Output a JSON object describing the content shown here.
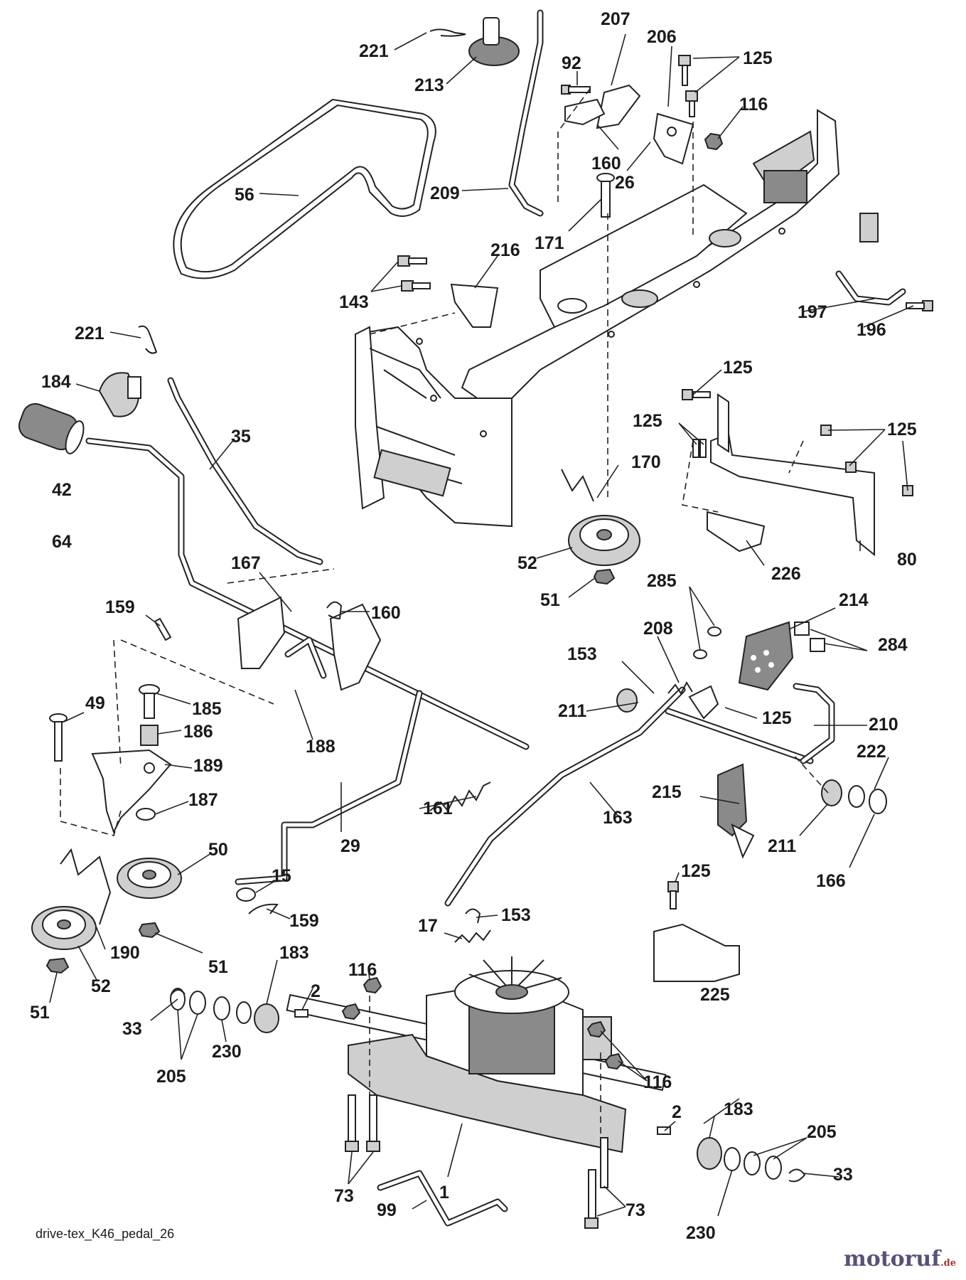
{
  "diagram": {
    "caption": "drive-tex_K46_pedal_26",
    "brand": {
      "name": "motoruf",
      "tld": ".de",
      "color": "#5a4f7a"
    },
    "callouts": [
      "221",
      "213",
      "207",
      "206",
      "125",
      "92",
      "116",
      "160",
      "26",
      "209",
      "56",
      "171",
      "216",
      "143",
      "197",
      "196",
      "221",
      "184",
      "35",
      "42",
      "125",
      "125",
      "125",
      "170",
      "80",
      "64",
      "52",
      "226",
      "51",
      "167",
      "159",
      "160",
      "285",
      "214",
      "284",
      "153",
      "208",
      "125",
      "49",
      "185",
      "186",
      "211",
      "210",
      "222",
      "188",
      "189",
      "187",
      "161",
      "215",
      "50",
      "29",
      "163",
      "211",
      "166",
      "15",
      "159",
      "125",
      "17",
      "153",
      "51",
      "190",
      "52",
      "183",
      "116",
      "2",
      "33",
      "51",
      "230",
      "205",
      "116",
      "225",
      "2",
      "183",
      "205",
      "73",
      "1",
      "33",
      "99",
      "73",
      "230"
    ]
  }
}
